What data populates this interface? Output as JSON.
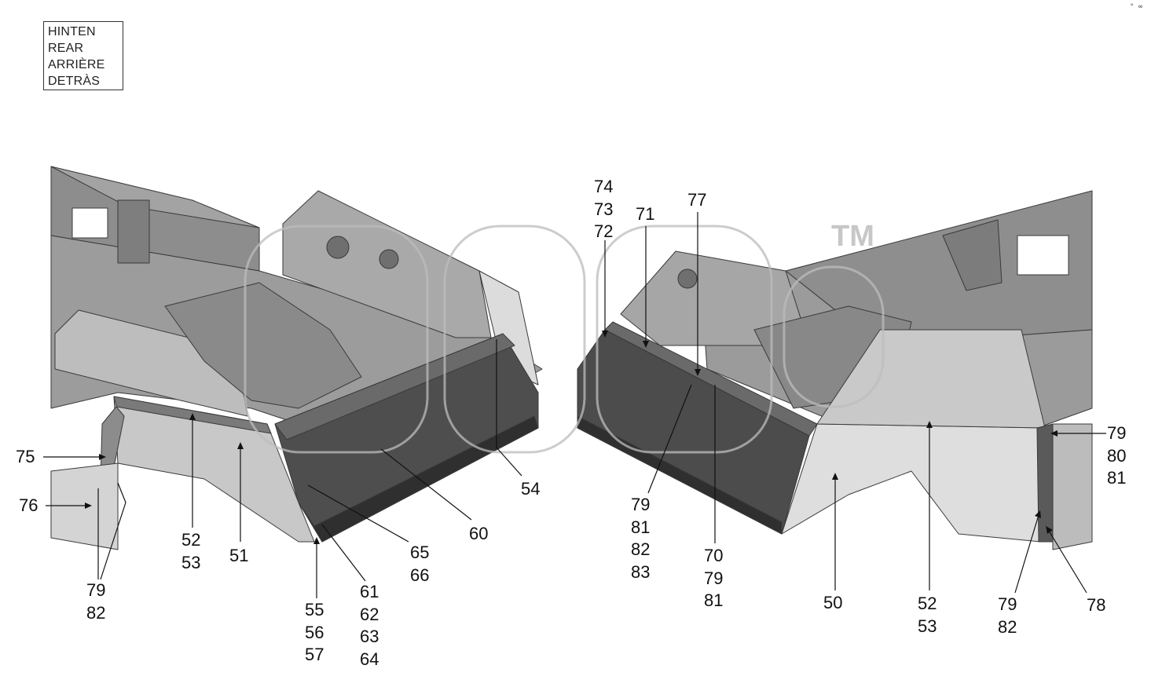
{
  "orientation_legend": [
    "HINTEN",
    "REAR",
    "ARRIÈRE",
    "DETRÀS"
  ],
  "watermark": {
    "mark": "TM"
  },
  "corner_mark": "° ∞",
  "callouts": {
    "c75": [
      "75"
    ],
    "c76": [
      "76"
    ],
    "c79_82_left": [
      "79",
      "82"
    ],
    "c52_53_left": [
      "52",
      "53"
    ],
    "c51": [
      "51"
    ],
    "c55_57": [
      "55",
      "56",
      "57"
    ],
    "c61_64": [
      "61",
      "62",
      "63",
      "64"
    ],
    "c65_66": [
      "65",
      "66"
    ],
    "c60": [
      "60"
    ],
    "c54": [
      "54"
    ],
    "c74_72": [
      "74",
      "73",
      "72"
    ],
    "c71": [
      "71"
    ],
    "c77": [
      "77"
    ],
    "c79_83": [
      "79",
      "81",
      "82",
      "83"
    ],
    "c70_81": [
      "70",
      "79",
      "81"
    ],
    "c50": [
      "50"
    ],
    "c52_53_right": [
      "52",
      "53"
    ],
    "c79_82_right": [
      "79",
      "82"
    ],
    "c78": [
      "78"
    ],
    "c79_81_right": [
      "79",
      "80",
      "81"
    ]
  }
}
